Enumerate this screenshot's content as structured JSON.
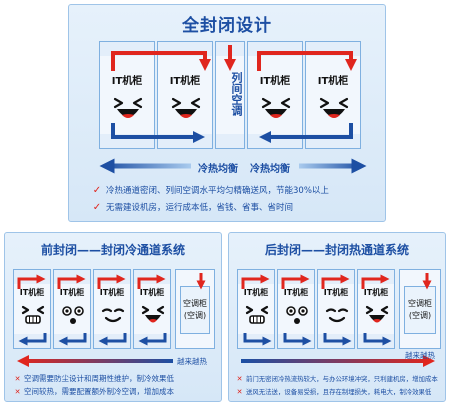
{
  "top": {
    "title": "全封闭设计",
    "cabinets": [
      "IT机柜",
      "IT机柜",
      "IT机柜",
      "IT机柜"
    ],
    "ac_label": "列间空调",
    "balance_labels": [
      "冷热均衡",
      "冷热均衡"
    ],
    "benefits": [
      "冷热通道密闭、列间空调水平均匀精确送风，节能30%以上",
      "无需建设机房，运行成本低，省钱、省事、省时间"
    ]
  },
  "front": {
    "title": "前封闭——封闭冷通道系统",
    "cabinets": [
      "IT机柜",
      "IT机柜",
      "IT机柜",
      "IT机柜"
    ],
    "ac_label": "空调柜",
    "ac_sub": "(空调)",
    "trend_label": "越来越热",
    "drawbacks": [
      "空调需要防尘设计和周期性维护，制冷效果低",
      "空间较热，需要配置额外制冷空调，增加成本"
    ]
  },
  "rear": {
    "title": "后封闭——封闭热通道系统",
    "cabinets": [
      "IT机柜",
      "IT机柜",
      "IT机柜",
      "IT机柜"
    ],
    "ac_label": "空调柜",
    "ac_sub": "(空调)",
    "trend_label": "越来越热",
    "drawbacks": [
      "前门无密闭冷热流热较大，与办公环境冲突，只利建机房，增加成本",
      "送风无法送，设备易受损，且存在制埋损失，耗电大，制冷效果低"
    ]
  },
  "icons": {
    "benefit": "check-icon",
    "drawback": "cross-icon",
    "cabinet_faces": [
      "laughing-face-icon",
      "grimace-face-icon",
      "surprised-face-icon",
      "smiling-face-icon"
    ]
  },
  "colors": {
    "accent_red": "#e0261e",
    "accent_blue": "#1d4fa3",
    "panel_bg": "#d6e7f7",
    "cabinet_border": "#7fb0e0"
  }
}
